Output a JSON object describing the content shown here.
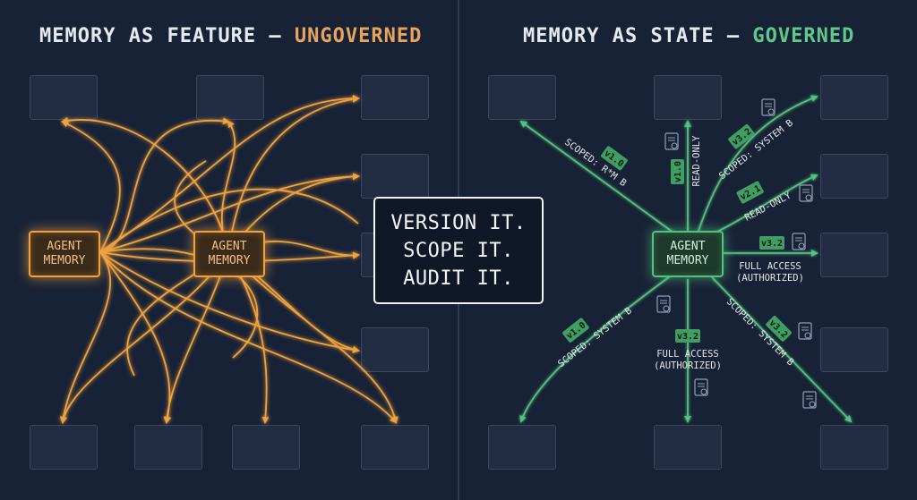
{
  "left_panel": {
    "title_prefix": "MEMORY AS FEATURE — ",
    "title_highlight": "UNGOVERNED",
    "agent_label_line1": "AGENT",
    "agent_label_line2": "MEMORY"
  },
  "right_panel": {
    "title_prefix": "MEMORY AS STATE — ",
    "title_highlight": "GOVERNED",
    "agent_label_line1": "AGENT",
    "agent_label_line2": "MEMORY",
    "connections": [
      {
        "id": "upper-left",
        "version": "v1.0",
        "scope": "SCOPED: R*M B"
      },
      {
        "id": "up",
        "version": "v1.0",
        "scope": "READ-ONLY"
      },
      {
        "id": "upper-right-top",
        "version": "v3.2",
        "scope": "SCOPED: SYSTEM B"
      },
      {
        "id": "upper-right",
        "version": "v2.1",
        "scope": "READ-ONLY"
      },
      {
        "id": "right",
        "version": "v3.2",
        "scope_line1": "FULL ACCESS",
        "scope_line2": "(AUTHORIZED)"
      },
      {
        "id": "down",
        "version": "v3.2",
        "scope_line1": "FULL ACCESS",
        "scope_line2": "(AUTHORIZED)"
      },
      {
        "id": "lower-left",
        "version": "v1.0",
        "scope": "SCOPED: SYSTEM B"
      },
      {
        "id": "lower-right",
        "version": "v3.2",
        "scope": "SCOPED: SYSTEM B"
      }
    ]
  },
  "callout": {
    "line1": "VERSION IT.",
    "line2": "SCOPE IT.",
    "line3": "AUDIT IT."
  },
  "colors": {
    "background": "#182236",
    "ungoverned_accent": "#f0a23e",
    "governed_accent": "#53c27e",
    "box_fill": "#222c42",
    "box_border": "#3c4760",
    "tag_fill": "#3f9e62",
    "label_text": "#e3e6eb"
  },
  "icons": [
    "audit-log-icon",
    "arrow-head-icon"
  ]
}
